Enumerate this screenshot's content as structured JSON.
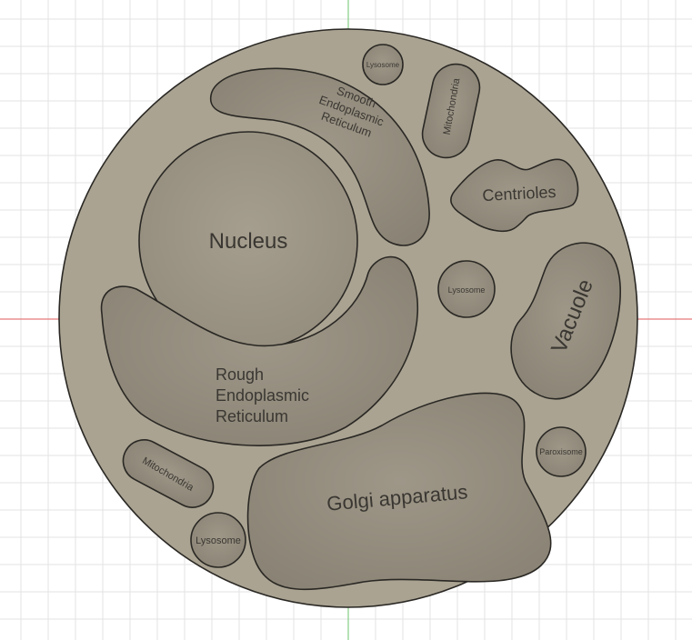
{
  "colors": {
    "background": "#ffffff",
    "grid": "#e3e3e3",
    "axis_red": "#e25a5a",
    "axis_green": "#6ec46e",
    "cell_fill": "#aaa392",
    "organelle_fill": "#8f887a",
    "outline": "#2a2824",
    "text": "#3a3732"
  },
  "labels": {
    "nucleus": "Nucleus",
    "smooth_er": [
      "Smooth",
      "Endoplasmic",
      "Reticulum"
    ],
    "rough_er": [
      "Rough",
      "Endoplasmic",
      "Reticulum"
    ],
    "golgi": "Golgi apparatus",
    "vacuole": "Vacuole",
    "centrioles": "Centrioles",
    "mitochondria_top": "Mitochondria",
    "mitochondria_bottom": "Mitochondria",
    "lysosome_top": "Lysosome",
    "lysosome_middle": "Lysosome",
    "lysosome_bottom": "Lysosome",
    "peroxisome": "Paroxisome"
  }
}
